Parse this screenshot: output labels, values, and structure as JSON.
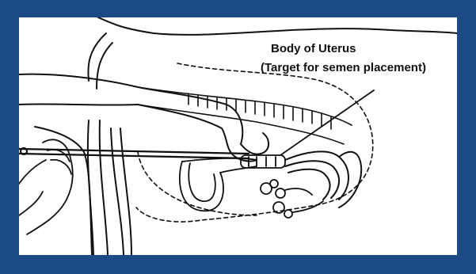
{
  "frame": {
    "border_color": "#1b4a84",
    "background": "#ffffff"
  },
  "annotation": {
    "line1": "Body of Uterus",
    "line2": "(Target for semen placement)"
  },
  "figure": {
    "subject": "artificial-insemination-rectovaginal-technique",
    "icons": [
      "insemination-rod",
      "hand-in-rectum",
      "hand-holding-rod",
      "uterus",
      "ovaries",
      "leader-line"
    ]
  }
}
